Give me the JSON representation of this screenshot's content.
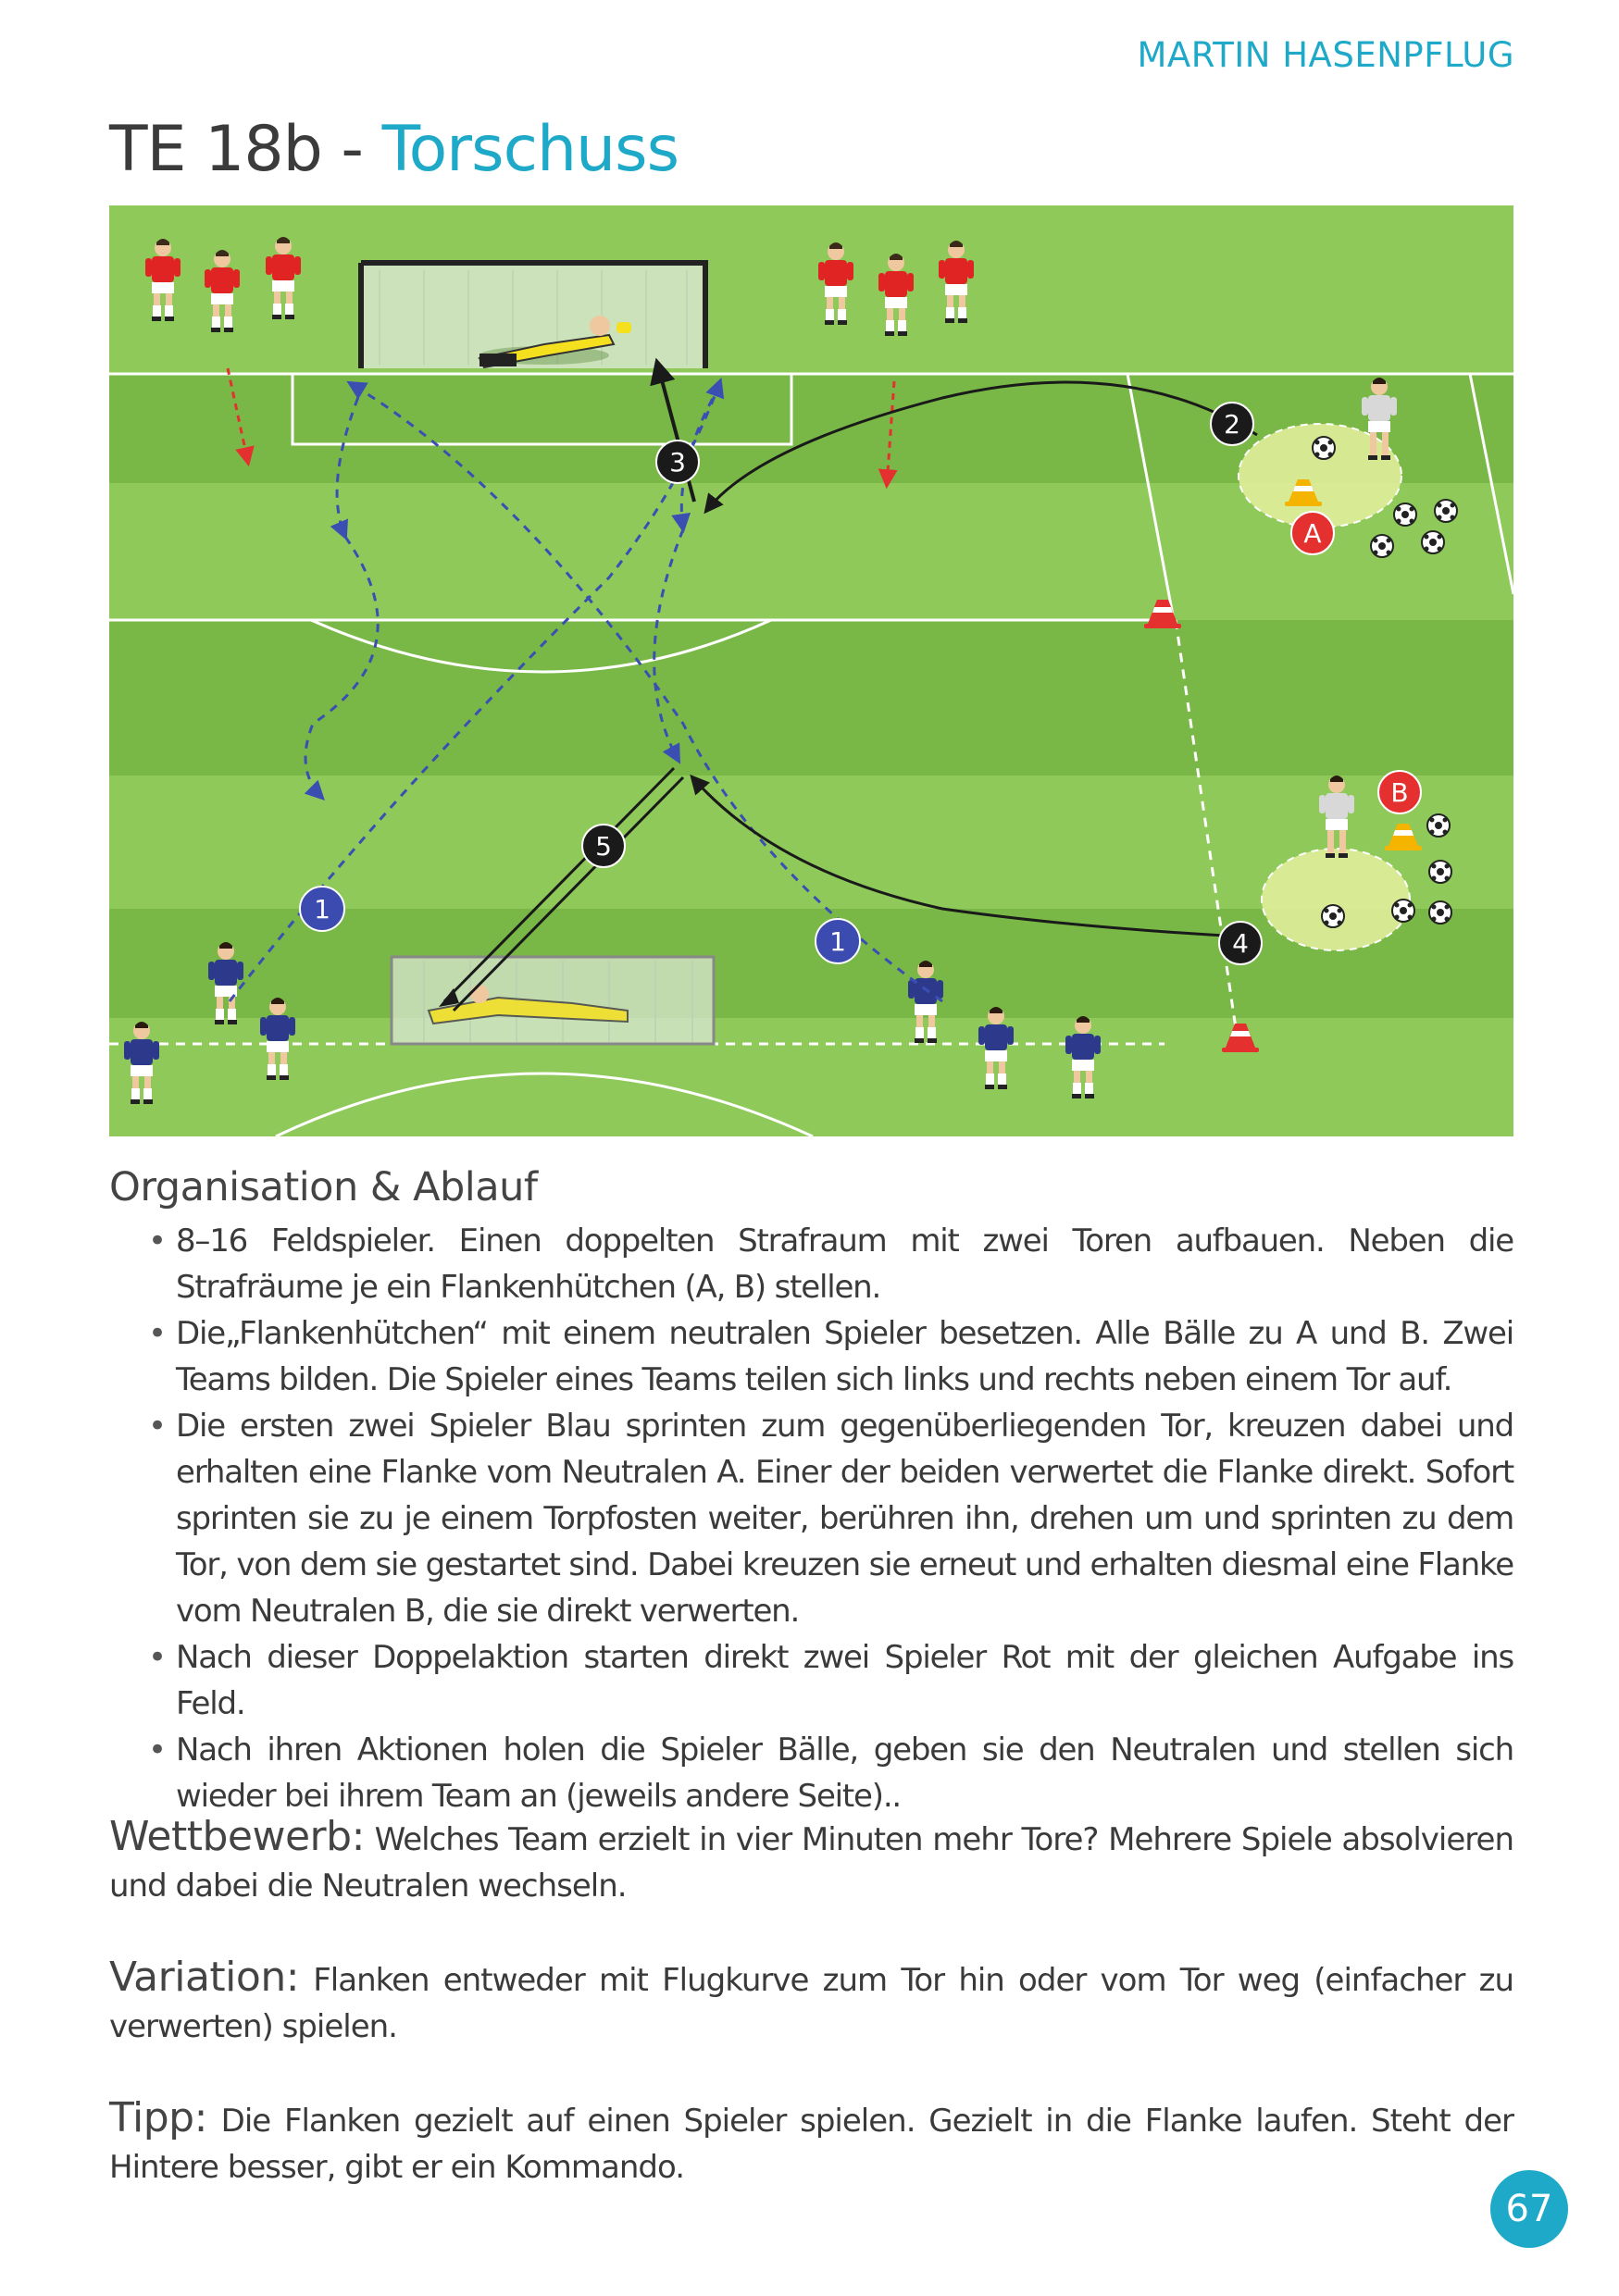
{
  "header": {
    "author": "MARTIN HASENPFLUG",
    "title_prefix": "TE 18b -",
    "title_accent": "Torschuss"
  },
  "diagram": {
    "pass_labels": [
      "1",
      "1",
      "2",
      "3",
      "4",
      "5"
    ],
    "cone_labels": [
      "A",
      "B"
    ],
    "colors": {
      "grass_light": "#8ec95a",
      "grass_dark": "#76b544",
      "team_red": "#e02424",
      "team_blue": "#2d3a8c",
      "run_line": "#3b4fb3",
      "marker_red": "#e53030",
      "marker_blue": "#3c4bb0",
      "marker_black": "#1a1a1a"
    }
  },
  "organisation": {
    "heading": "Organisation & Ablauf",
    "bullets": [
      "8–16 Feldspieler. Einen doppelten Strafraum mit zwei Toren aufbauen. Neben die Strafräume je ein Flankenhütchen (A, B) stellen.",
      "Die„Flankenhütchen“ mit einem neutralen Spieler besetzen. Alle Bälle zu A und B. Zwei Teams bilden. Die Spieler eines Teams teilen sich links und rechts neben einem Tor auf.",
      "Die ersten zwei Spieler Blau sprinten zum gegenüberliegenden Tor, kreuzen dabei und erhalten eine Flanke vom Neutralen A. Einer der beiden verwertet die Flanke direkt. Sofort sprinten sie zu je einem Torpfosten weiter, berühren ihn, drehen um und sprinten zu dem Tor, von dem sie gestartet sind. Dabei kreuzen sie erneut und erhalten diesmal eine Flanke vom Neutralen B, die sie direkt verwerten.",
      "Nach dieser Doppelaktion starten direkt zwei Spieler Rot mit der gleichen Aufgabe ins Feld.",
      "Nach ihren Aktionen holen die Spieler Bälle, geben sie den Neutralen und stellen sich wieder bei ihrem Team an (jeweils andere Seite).."
    ]
  },
  "wettbewerb": {
    "label": "Wettbewerb:",
    "text": " Welches Team erzielt in vier Minuten mehr Tore? Mehrere Spiele absolvieren und dabei die Neutralen wechseln."
  },
  "variation": {
    "label": "Variation:",
    "text": " Flanken entweder mit Flugkurve zum Tor hin oder vom Tor weg (einfacher zu verwerten) spielen."
  },
  "tipp": {
    "label": "Tipp:",
    "text": " Die Flanken gezielt auf einen Spieler spielen. Gezielt in die Flanke laufen. Steht der Hintere besser, gibt er ein Kommando."
  },
  "page_number": "67"
}
